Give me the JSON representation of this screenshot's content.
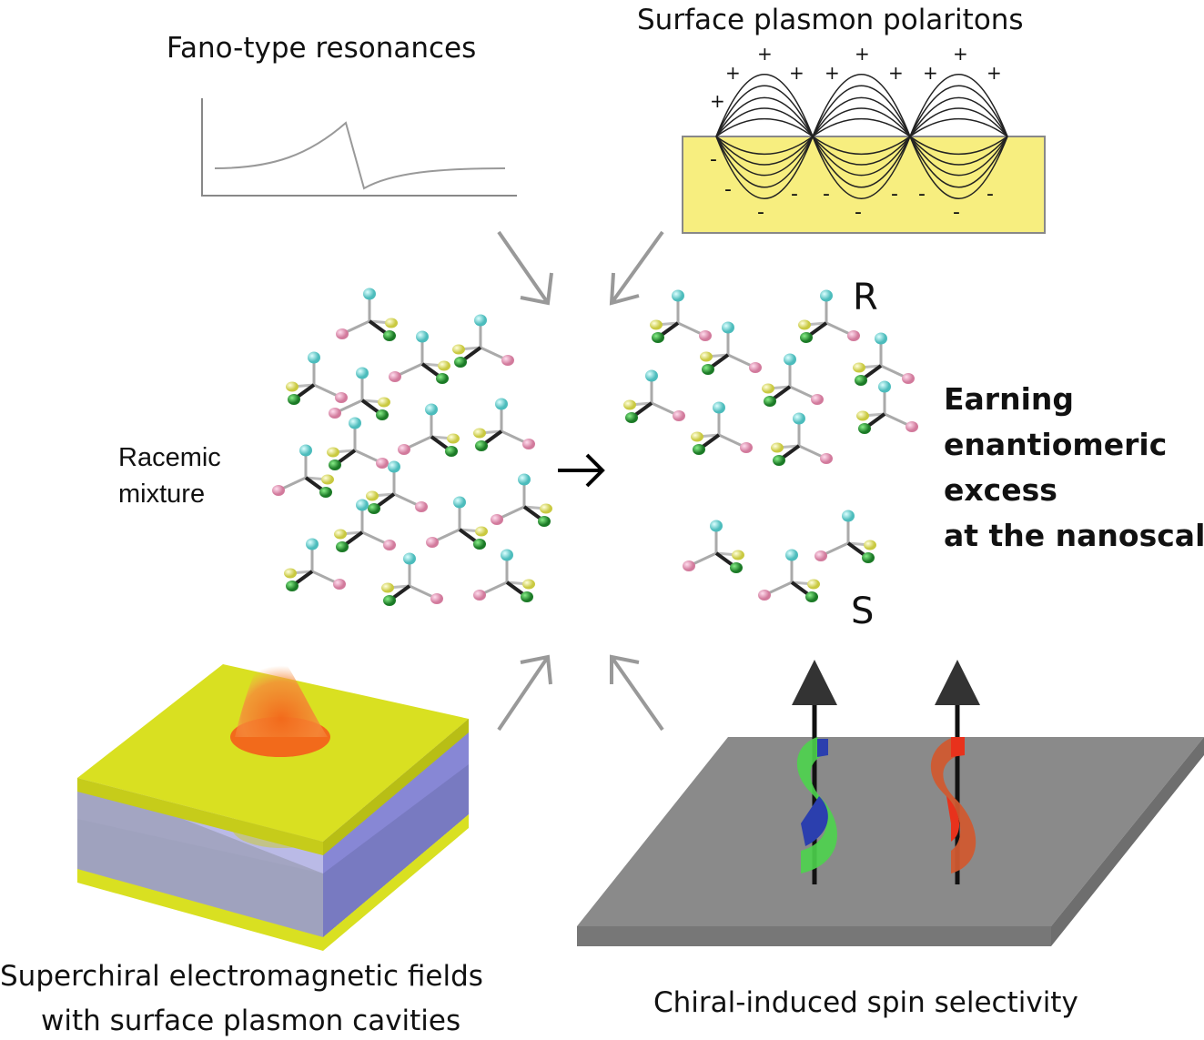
{
  "labels": {
    "fano": "Fano-type resonances",
    "spp": "Surface plasmon polaritons",
    "racemic_line1": "Racemic",
    "racemic_line2": "mixture",
    "r": "R",
    "s": "S",
    "earning_line1": "Earning",
    "earning_line2": "enantiomeric",
    "earning_line3": "excess",
    "earning_line4": "at the nanoscale",
    "superchiral_line1": "Superchiral electromagnetic fields",
    "superchiral_line2": "with surface plasmon cavities",
    "ciss": "Chiral-induced spin selectivity",
    "plus": "+",
    "minus": "-"
  },
  "colors": {
    "plasmon_metal": "#f7ee7f",
    "cavity_yellow": "#d9e021",
    "cavity_side": "#8f8fd6",
    "hotspot": "#f26a1b",
    "substrate": "#8a8a8a",
    "helix_green": "#4cd34c",
    "helix_blue": "#2b3fae",
    "helix_red": "#e8321c",
    "atom_cyan": "#6fd3d3",
    "atom_pink": "#e39ab6",
    "atom_yellow": "#eeee7a",
    "atom_green": "#2e9a3a",
    "arrow_gray": "#999999"
  }
}
